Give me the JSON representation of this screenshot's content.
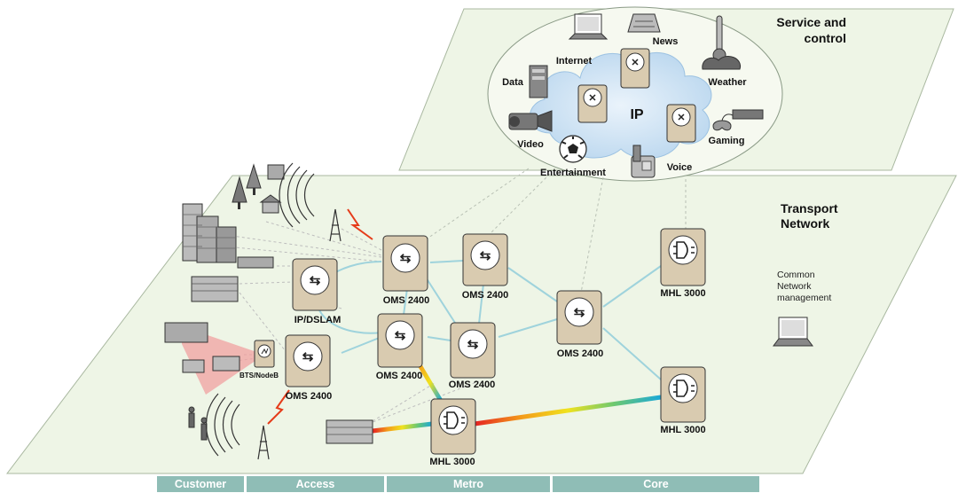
{
  "planes": {
    "service_title_line1": "Service and",
    "service_title_line2": "control",
    "transport_title_line1": "Transport",
    "transport_title_line2": "Network"
  },
  "cloud": {
    "label": "IP"
  },
  "services": {
    "internet": "Internet",
    "news": "News",
    "weather": "Weather",
    "data": "Data",
    "video": "Video",
    "entertainment": "Entertainment",
    "voice": "Voice",
    "gaming": "Gaming"
  },
  "nodes": {
    "ip_dslam": "IP/DSLAM",
    "bts_nodeb": "BTS/NodeB",
    "oms_access": "OMS 2400",
    "oms_metro_top_left": "OMS 2400",
    "oms_metro_top_right": "OMS 2400",
    "oms_metro_mid_left": "OMS 2400",
    "oms_metro_mid_right": "OMS 2400",
    "oms_core": "OMS 2400",
    "mhl_metro": "MHL 3000",
    "mhl_core_top": "MHL 3000",
    "mhl_core_bottom": "MHL 3000"
  },
  "management": {
    "line1": "Common",
    "line2": "Network",
    "line3": "management"
  },
  "segments": [
    "Customer",
    "Access",
    "Metro",
    "Core"
  ],
  "colors": {
    "plane_fill": "#eef5e6",
    "ellipse_fill": "#f4f8ee",
    "cloud_fill": "#c4ddf0",
    "device_fill": "#d9cbb0",
    "ring_link": "#9fd3dc",
    "band": "#8fbdb6",
    "coverage": "#f0a0a0"
  }
}
